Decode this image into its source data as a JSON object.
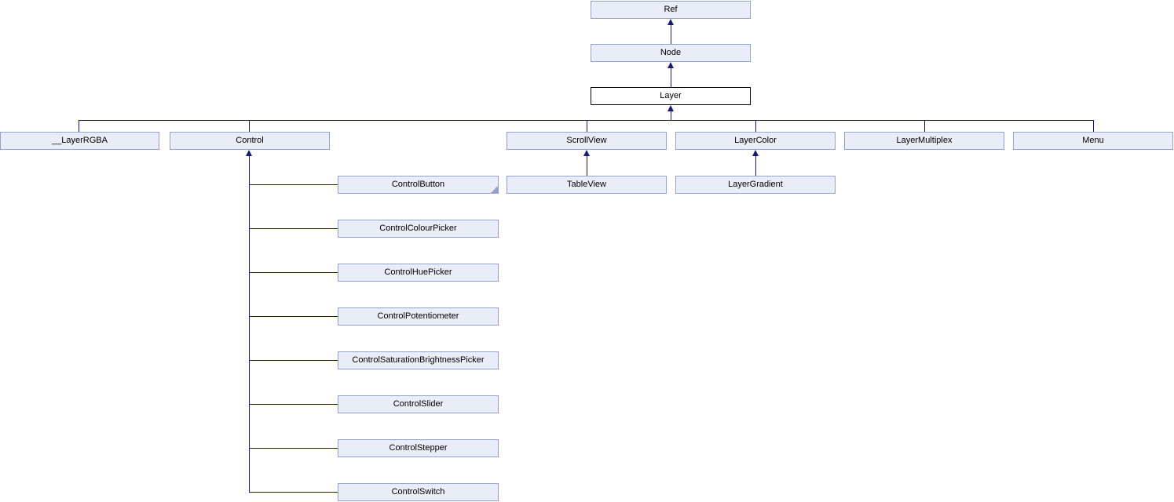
{
  "diagram": {
    "type": "class-inheritance-graph",
    "colors": {
      "background": "#ffffff",
      "node_fill": "#e8edf7",
      "node_border": "#94a1c8",
      "current_node_fill": "#ffffff",
      "current_node_border": "#000000",
      "edge_color": "#191970",
      "text_color": "#000000"
    },
    "nodes": {
      "ref": {
        "label": "Ref"
      },
      "node": {
        "label": "Node"
      },
      "layer": {
        "label": "Layer",
        "current": true
      },
      "layer_rgba": {
        "label": "__LayerRGBA"
      },
      "control": {
        "label": "Control"
      },
      "scrollview": {
        "label": "ScrollView"
      },
      "layercolor": {
        "label": "LayerColor"
      },
      "layermultiplex": {
        "label": "LayerMultiplex"
      },
      "menu": {
        "label": "Menu"
      },
      "controlbutton": {
        "label": "ControlButton",
        "truncated": true
      },
      "tableview": {
        "label": "TableView"
      },
      "layergradient": {
        "label": "LayerGradient"
      },
      "controlcolourpicker": {
        "label": "ControlColourPicker"
      },
      "controlhuepicker": {
        "label": "ControlHuePicker"
      },
      "controlpotentiometer": {
        "label": "ControlPotentiometer"
      },
      "controlsaturationbrightnesspicker": {
        "label": "ControlSaturationBrightnessPicker"
      },
      "controlslider": {
        "label": "ControlSlider"
      },
      "controlstepper": {
        "label": "ControlStepper"
      },
      "controlswitch": {
        "label": "ControlSwitch"
      }
    },
    "edges": [
      {
        "child": "Node",
        "parent": "Ref"
      },
      {
        "child": "Layer",
        "parent": "Node"
      },
      {
        "child": "__LayerRGBA",
        "parent": "Layer"
      },
      {
        "child": "Control",
        "parent": "Layer"
      },
      {
        "child": "ScrollView",
        "parent": "Layer"
      },
      {
        "child": "LayerColor",
        "parent": "Layer"
      },
      {
        "child": "LayerMultiplex",
        "parent": "Layer"
      },
      {
        "child": "Menu",
        "parent": "Layer"
      },
      {
        "child": "ControlButton",
        "parent": "Control"
      },
      {
        "child": "ControlColourPicker",
        "parent": "Control"
      },
      {
        "child": "ControlHuePicker",
        "parent": "Control"
      },
      {
        "child": "ControlPotentiometer",
        "parent": "Control"
      },
      {
        "child": "ControlSaturationBrightnessPicker",
        "parent": "Control"
      },
      {
        "child": "ControlSlider",
        "parent": "Control"
      },
      {
        "child": "ControlStepper",
        "parent": "Control"
      },
      {
        "child": "ControlSwitch",
        "parent": "Control"
      },
      {
        "child": "TableView",
        "parent": "ScrollView"
      },
      {
        "child": "LayerGradient",
        "parent": "LayerColor"
      }
    ]
  }
}
